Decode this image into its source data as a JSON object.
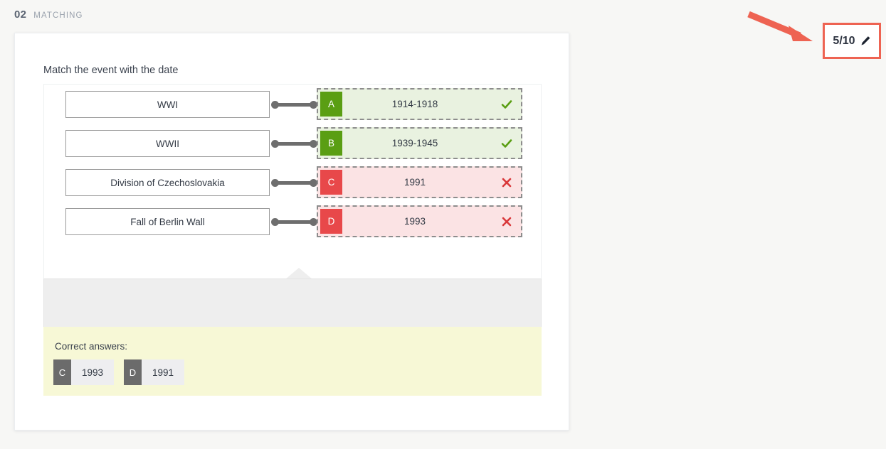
{
  "header": {
    "number": "02",
    "type": "MATCHING"
  },
  "score": {
    "value": "5/10",
    "edit_icon": "pencil-icon",
    "border_color": "#ee6352"
  },
  "annotation": {
    "arrow_color": "#ee6352",
    "arrow_icon": "arrow-pointing-right-down"
  },
  "question": {
    "prompt": "Match the event with the date",
    "rows": [
      {
        "event": "WWI",
        "letter": "A",
        "answer": "1914-1918",
        "status": "correct",
        "status_icon": "check-icon"
      },
      {
        "event": "WWII",
        "letter": "B",
        "answer": "1939-1945",
        "status": "correct",
        "status_icon": "check-icon"
      },
      {
        "event": "Division of Czechoslovakia",
        "letter": "C",
        "answer": "1991",
        "status": "wrong",
        "status_icon": "cross-icon"
      },
      {
        "event": "Fall of Berlin Wall",
        "letter": "D",
        "answer": "1993",
        "status": "wrong",
        "status_icon": "cross-icon"
      }
    ]
  },
  "correct_answers": {
    "title": "Correct answers:",
    "items": [
      {
        "letter": "C",
        "value": "1993"
      },
      {
        "letter": "D",
        "value": "1991"
      }
    ]
  },
  "colors": {
    "green": "#5a9e13",
    "red": "#e8484a",
    "correct_bg": "#e9f2e0",
    "wrong_bg": "#fbe3e4",
    "note_bg": "#f7f8d6"
  }
}
